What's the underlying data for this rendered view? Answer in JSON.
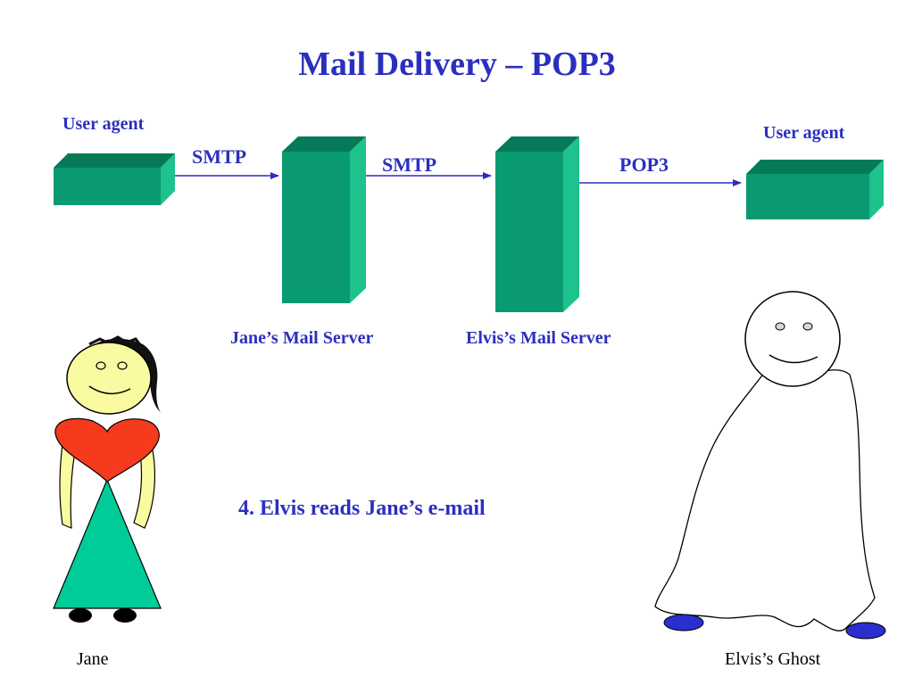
{
  "title": "Mail Delivery – POP3",
  "left_agent_label": "User agent",
  "right_agent_label": "User agent",
  "arrow_labels": [
    "SMTP",
    "SMTP",
    "POP3"
  ],
  "server_labels": [
    "Jane’s Mail Server",
    "Elvis’s Mail Server"
  ],
  "step_text": "4.  Elvis reads Jane’s e-mail",
  "jane_caption": "Jane",
  "ghost_caption": "Elvis’s Ghost",
  "colors": {
    "text_blue": "#2b2fbf",
    "box_front": "#0a9a72",
    "box_top": "#067a58",
    "box_side": "#1ec28c",
    "arrow": "#2b2fbf",
    "jane_face": "#fafaa0",
    "heart": "#f53a1e",
    "dress": "#00cc99",
    "ghost_feet": "#2b2fcf"
  }
}
